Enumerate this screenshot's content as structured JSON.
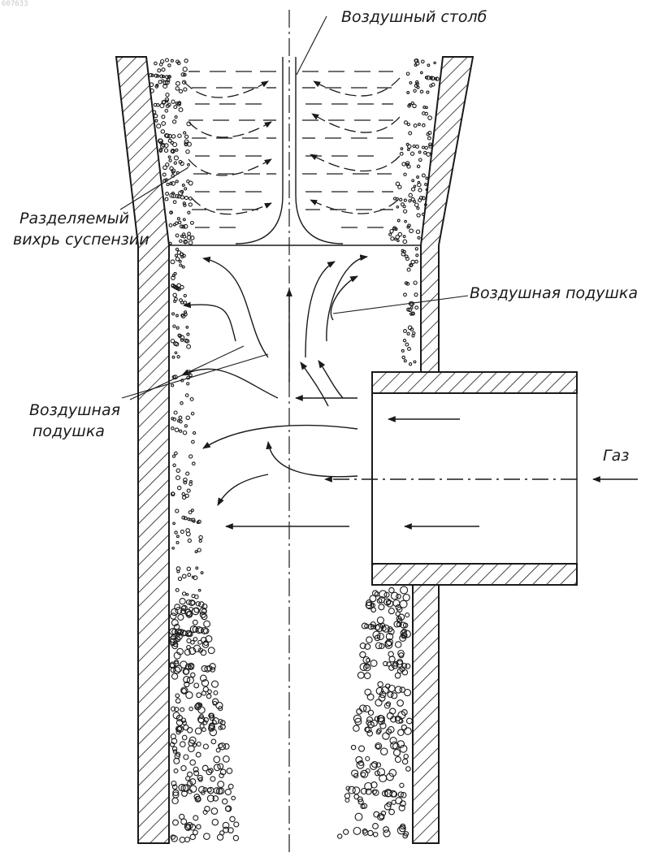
{
  "stamp": "607633",
  "labels": {
    "air_column": "Воздушный столб",
    "vortex_line1": "Разделяемый",
    "vortex_line2": "вихрь суспензии",
    "air_cushion_right": "Воздушная подушка",
    "air_cushion_left_line1": "Воздушная",
    "air_cushion_left_line2": "подушка",
    "gas": "Газ"
  },
  "colors": {
    "ink": "#1a1a1a",
    "background": "#ffffff"
  }
}
